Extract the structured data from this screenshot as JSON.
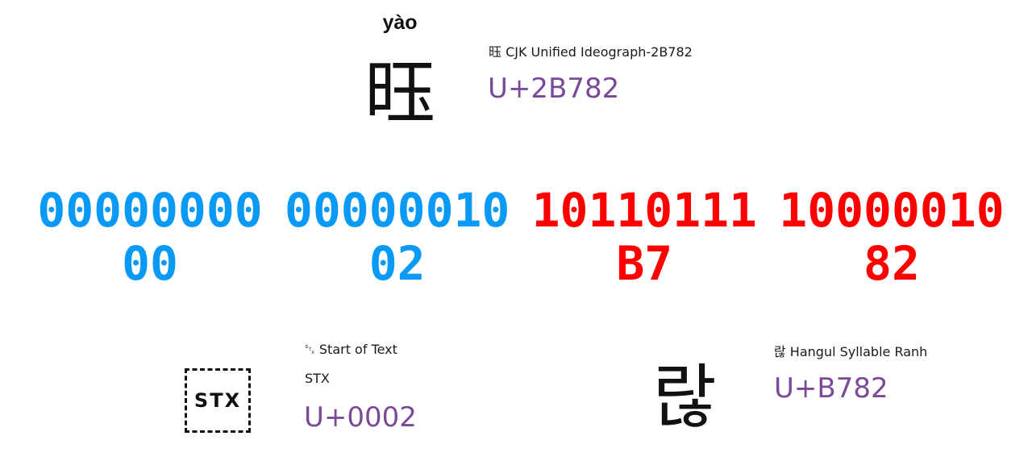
{
  "top_char": {
    "pinyin": "yào",
    "glyph": "𫞂",
    "name": "𫞂 CJK Unified Ideograph-2B782",
    "codepoint": "U+2B782"
  },
  "bytes": [
    {
      "bits": "00000000",
      "hex": "00",
      "color": "#0a9af5"
    },
    {
      "bits": "00000010",
      "hex": "02",
      "color": "#0a9af5"
    },
    {
      "bits": "10110111",
      "hex": "B7",
      "color": "#ff0000"
    },
    {
      "bits": "10000010",
      "hex": "82",
      "color": "#ff0000"
    }
  ],
  "stx_char": {
    "symbol": "STX",
    "name": "␂ Start of Text",
    "alias": "STX",
    "codepoint": "U+0002"
  },
  "hangul_char": {
    "glyph": "랂",
    "name": "랂 Hangul Syllable Ranh",
    "codepoint": "U+B782"
  }
}
